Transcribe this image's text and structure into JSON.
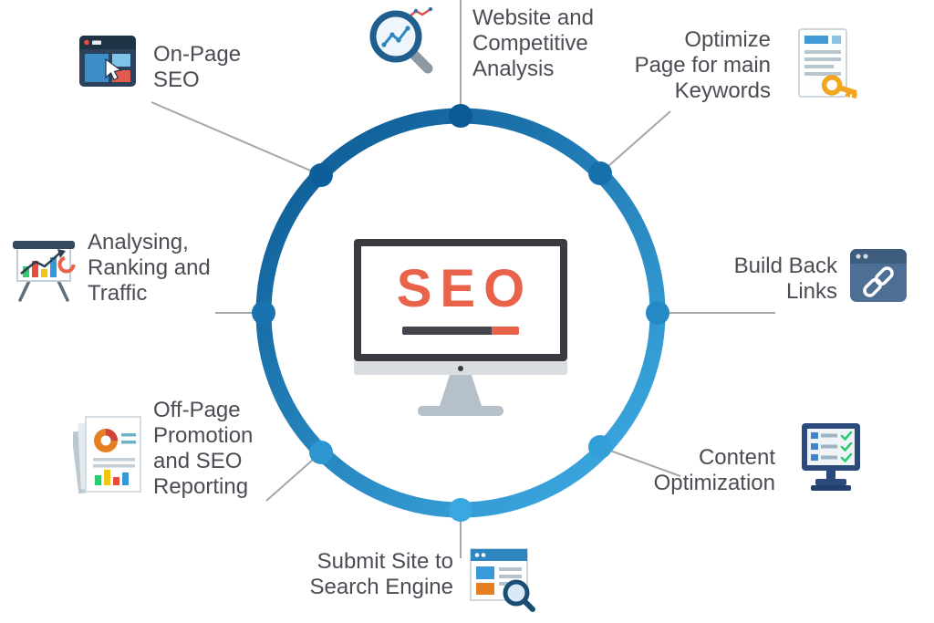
{
  "center": {
    "label": "SEO"
  },
  "items": [
    {
      "id": "website-analysis",
      "label": "Website and\nCompetitive\nAnalysis",
      "icon": "magnifier-chart-icon",
      "position": "top"
    },
    {
      "id": "optimize-keywords",
      "label": "Optimize\nPage for main\nKeywords",
      "icon": "document-key-icon",
      "position": "top-right"
    },
    {
      "id": "build-back-links",
      "label": "Build Back\nLinks",
      "icon": "browser-link-icon",
      "position": "right"
    },
    {
      "id": "content-optimization",
      "label": "Content\nOptimization",
      "icon": "monitor-checklist-icon",
      "position": "bottom-right"
    },
    {
      "id": "submit-site",
      "label": "Submit Site to\nSearch Engine",
      "icon": "browser-search-icon",
      "position": "bottom"
    },
    {
      "id": "off-page-promotion",
      "label": "Off-Page\nPromotion\nand SEO\nReporting",
      "icon": "report-documents-icon",
      "position": "bottom-left"
    },
    {
      "id": "analysing-ranking-traffic",
      "label": "Analysing,\nRanking and\nTraffic",
      "icon": "presentation-chart-icon",
      "position": "left"
    },
    {
      "id": "on-page-seo",
      "label": "On-Page\nSEO",
      "icon": "browser-window-icon",
      "position": "top-left"
    }
  ],
  "palette": {
    "ring_dark": "#0a568f",
    "ring_light": "#3da9e2",
    "accent_orange": "#e8634a",
    "label_text": "#4c4c54",
    "connector_gray": "#a3a7ab",
    "monitor_frame": "#3a3a40"
  }
}
